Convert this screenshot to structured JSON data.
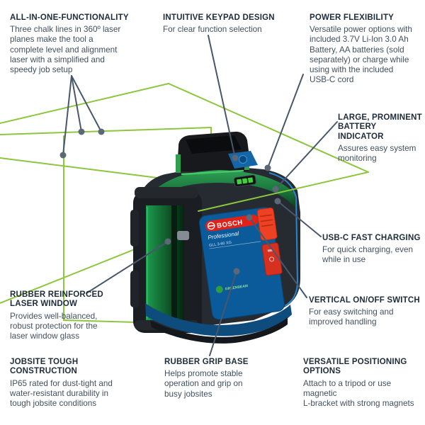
{
  "product": {
    "brand": "BOSCH",
    "line": "Professional",
    "model": "GLL 3-60 XG",
    "badge": "GREENBEAM",
    "battery_indicator_leds": 3
  },
  "colors": {
    "laser_green": "#8dc63f",
    "leader_line": "#49576a",
    "callout_title": "#1e2c3a",
    "callout_body": "#42505e",
    "bosch_red": "#e32119",
    "bosch_blue": "#0b5b9b",
    "switch_red": "#ee4023",
    "led_green": "#3fd23a",
    "laser_window_green": "#1d9d4e",
    "base_blue": "#0e4c7d"
  },
  "callouts": {
    "all_in_one": {
      "title": "ALL-IN-ONE-FUNCTIONALITY",
      "body": "Three chalk lines in 360º laser\nplanes make the tool a\ncomplete level and alignment\nlaser with a simplified and\nspeedy job setup"
    },
    "keypad": {
      "title": "INTUITIVE KEYPAD DESIGN",
      "body": "For clear function selection"
    },
    "power": {
      "title": "POWER FLEXIBILITY",
      "body": "Versatile power options with\nincluded 3.7V Li-Ion 3.0 Ah\nBattery, AA batteries (sold\nseparately) or charge while\nusing with the included\nUSB-C cord"
    },
    "battery": {
      "title": "LARGE, PROMINENT\nBATTERY INDICATOR",
      "body": "Assures easy system\nmonitoring"
    },
    "usbc": {
      "title": "USB-C FAST CHARGING",
      "body": "For quick charging, even\nwhile in use"
    },
    "switch": {
      "title": "VERTICAL ON/OFF SWITCH",
      "body": "For easy switching and\nimproved handling"
    },
    "versatile": {
      "title": "VERSATILE POSITIONING OPTIONS",
      "body": "Attach to a tripod or use magnetic\nL-bracket with strong magnets"
    },
    "window": {
      "title": "RUBBER REINFORCED\nLASER WINDOW",
      "body": "Provides well-balanced,\nrobust protection for the\nlaser window glass"
    },
    "jobsite": {
      "title": "JOBSITE TOUGH\nCONSTRUCTION",
      "body": "IP65 rated for dust-tight and\nwater-resistant durability in\ntough jobsite conditions"
    },
    "grip": {
      "title": "RUBBER GRIP BASE",
      "body": "Helps promote stable\noperation and grip on\nbusy jobsites"
    }
  }
}
